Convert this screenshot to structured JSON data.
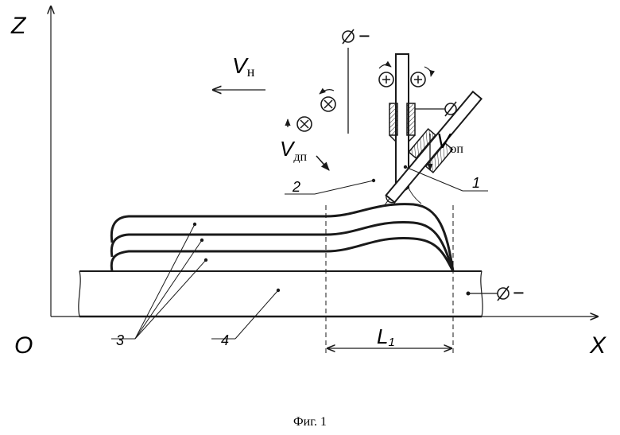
{
  "axes": {
    "z": "Z",
    "x": "X",
    "origin": "O"
  },
  "velocity": {
    "v_n": {
      "symbol": "V",
      "sub": "н"
    },
    "v_dp": {
      "symbol": "V",
      "sub": "дп"
    },
    "v_op": {
      "symbol": "V",
      "sub": "оп"
    }
  },
  "polarity": {
    "minus": "−",
    "plus": "+"
  },
  "part_labels": {
    "p1": "1",
    "p2": "2",
    "p3": "3",
    "p4": "4"
  },
  "length_label": {
    "symbol": "L",
    "sub": "1"
  },
  "caption": "Фиг. 1"
}
